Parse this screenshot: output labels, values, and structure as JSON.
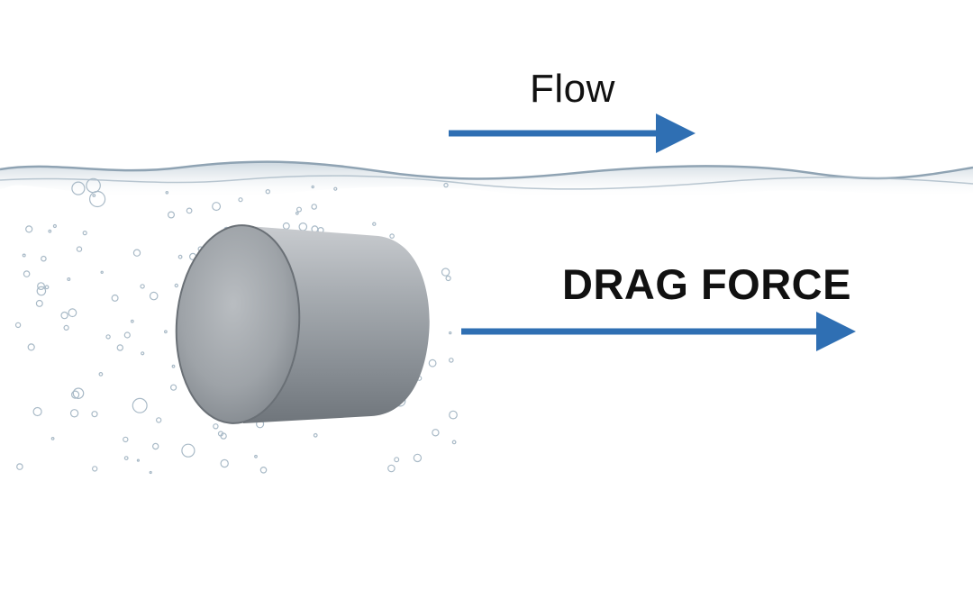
{
  "labels": {
    "flow": "Flow",
    "drag_force": "DRAG FORCE"
  },
  "colors": {
    "arrow": "#2f6fb3",
    "text": "#111111",
    "water_line": "#8fa3b3",
    "cylinder_face": "#9a9fa4",
    "cylinder_body": "#7f858b",
    "bubbles": "#b9c7d1"
  },
  "icons": {
    "object": "steel-cylinder",
    "water": "water-surface"
  }
}
